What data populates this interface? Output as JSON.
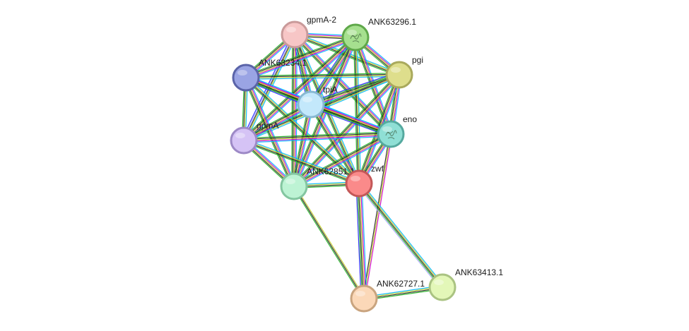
{
  "network": {
    "nodes": [
      {
        "id": "gpmA-2",
        "label": "gpmA-2",
        "fill": "#f7c6c6",
        "stroke": "#c99a9a"
      },
      {
        "id": "ANK63296.1",
        "label": "ANK63296.1",
        "fill": "#a6e08f",
        "stroke": "#5fa84a",
        "icon": "protein-structure-icon"
      },
      {
        "id": "pgi",
        "label": "pgi",
        "fill": "#dede8c",
        "stroke": "#a9a95c"
      },
      {
        "id": "ANK63234.1",
        "label": "ANK63234.1",
        "fill": "#9aa4e4",
        "stroke": "#5a63a8"
      },
      {
        "id": "tpiA",
        "label": "tpiA",
        "fill": "#c3e8fb",
        "stroke": "#87b8d2"
      },
      {
        "id": "eno",
        "label": "eno",
        "fill": "#8fdfd5",
        "stroke": "#55a99f",
        "icon": "protein-structure-icon"
      },
      {
        "id": "gpmA",
        "label": "gpmA",
        "fill": "#d5c3f5",
        "stroke": "#9d89c6"
      },
      {
        "id": "ANK62851.1",
        "label": "ANK62851.1",
        "fill": "#bdf3d4",
        "stroke": "#83c6a0"
      },
      {
        "id": "zwf",
        "label": "zwf",
        "fill": "#fa8a8a",
        "stroke": "#c35858"
      },
      {
        "id": "ANK62727.1",
        "label": "ANK62727.1",
        "fill": "#fbd8b8",
        "stroke": "#c9a47f"
      },
      {
        "id": "ANK63413.1",
        "label": "ANK63413.1",
        "fill": "#e3f7b8",
        "stroke": "#aac382"
      }
    ],
    "edge_colors": {
      "curated": "#00b7ff",
      "experimental": "#d100d1",
      "textmining": "#bfcc21",
      "coexpression": "#222222",
      "neighborhood": "#1fb01f",
      "fusion": "#2222ff",
      "homology": "#a7a7ff"
    },
    "edges": [
      {
        "a": "gpmA-2",
        "b": "ANK63296.1",
        "types": [
          "curated",
          "experimental",
          "textmining",
          "coexpression"
        ]
      },
      {
        "a": "gpmA-2",
        "b": "pgi",
        "types": [
          "curated",
          "textmining",
          "coexpression",
          "neighborhood"
        ]
      },
      {
        "a": "gpmA-2",
        "b": "ANK63234.1",
        "types": [
          "curated",
          "experimental",
          "textmining",
          "coexpression",
          "neighborhood"
        ]
      },
      {
        "a": "gpmA-2",
        "b": "tpiA",
        "types": [
          "curated",
          "experimental",
          "textmining",
          "coexpression",
          "neighborhood",
          "fusion"
        ]
      },
      {
        "a": "gpmA-2",
        "b": "eno",
        "types": [
          "curated",
          "experimental",
          "textmining",
          "coexpression",
          "neighborhood"
        ]
      },
      {
        "a": "gpmA-2",
        "b": "gpmA",
        "types": [
          "curated",
          "textmining",
          "coexpression",
          "homology",
          "fusion"
        ]
      },
      {
        "a": "gpmA-2",
        "b": "ANK62851.1",
        "types": [
          "curated",
          "experimental",
          "textmining",
          "coexpression",
          "neighborhood"
        ]
      },
      {
        "a": "gpmA-2",
        "b": "zwf",
        "types": [
          "curated",
          "textmining",
          "coexpression",
          "neighborhood"
        ]
      },
      {
        "a": "ANK63296.1",
        "b": "pgi",
        "types": [
          "curated",
          "experimental",
          "textmining",
          "coexpression",
          "neighborhood"
        ]
      },
      {
        "a": "ANK63296.1",
        "b": "ANK63234.1",
        "types": [
          "curated",
          "experimental",
          "textmining",
          "coexpression",
          "neighborhood"
        ]
      },
      {
        "a": "ANK63296.1",
        "b": "tpiA",
        "types": [
          "curated",
          "experimental",
          "textmining",
          "coexpression",
          "neighborhood",
          "fusion"
        ]
      },
      {
        "a": "ANK63296.1",
        "b": "eno",
        "types": [
          "curated",
          "experimental",
          "textmining",
          "coexpression",
          "neighborhood"
        ]
      },
      {
        "a": "ANK63296.1",
        "b": "gpmA",
        "types": [
          "curated",
          "experimental",
          "textmining",
          "coexpression",
          "neighborhood"
        ]
      },
      {
        "a": "ANK63296.1",
        "b": "ANK62851.1",
        "types": [
          "curated",
          "experimental",
          "textmining",
          "coexpression",
          "neighborhood"
        ]
      },
      {
        "a": "ANK63296.1",
        "b": "zwf",
        "types": [
          "curated",
          "textmining",
          "coexpression",
          "neighborhood"
        ]
      },
      {
        "a": "pgi",
        "b": "ANK63234.1",
        "types": [
          "curated",
          "textmining",
          "coexpression",
          "neighborhood"
        ]
      },
      {
        "a": "pgi",
        "b": "tpiA",
        "types": [
          "curated",
          "experimental",
          "textmining",
          "coexpression",
          "neighborhood",
          "fusion"
        ]
      },
      {
        "a": "pgi",
        "b": "eno",
        "types": [
          "curated",
          "experimental",
          "textmining",
          "coexpression",
          "neighborhood"
        ]
      },
      {
        "a": "pgi",
        "b": "gpmA",
        "types": [
          "curated",
          "textmining",
          "coexpression",
          "neighborhood"
        ]
      },
      {
        "a": "pgi",
        "b": "ANK62851.1",
        "types": [
          "curated",
          "experimental",
          "textmining",
          "coexpression",
          "neighborhood"
        ]
      },
      {
        "a": "pgi",
        "b": "zwf",
        "types": [
          "curated",
          "experimental",
          "textmining",
          "coexpression",
          "neighborhood"
        ]
      },
      {
        "a": "ANK63234.1",
        "b": "tpiA",
        "types": [
          "curated",
          "experimental",
          "textmining",
          "coexpression",
          "neighborhood",
          "fusion"
        ]
      },
      {
        "a": "ANK63234.1",
        "b": "eno",
        "types": [
          "curated",
          "experimental",
          "textmining",
          "coexpression",
          "neighborhood"
        ]
      },
      {
        "a": "ANK63234.1",
        "b": "gpmA",
        "types": [
          "curated",
          "textmining",
          "coexpression",
          "neighborhood"
        ]
      },
      {
        "a": "ANK63234.1",
        "b": "ANK62851.1",
        "types": [
          "curated",
          "experimental",
          "textmining",
          "coexpression",
          "neighborhood"
        ]
      },
      {
        "a": "ANK63234.1",
        "b": "zwf",
        "types": [
          "curated",
          "textmining",
          "coexpression",
          "neighborhood"
        ]
      },
      {
        "a": "tpiA",
        "b": "eno",
        "types": [
          "curated",
          "experimental",
          "textmining",
          "coexpression",
          "neighborhood",
          "fusion"
        ]
      },
      {
        "a": "tpiA",
        "b": "gpmA",
        "types": [
          "curated",
          "experimental",
          "textmining",
          "coexpression",
          "neighborhood"
        ]
      },
      {
        "a": "tpiA",
        "b": "ANK62851.1",
        "types": [
          "curated",
          "experimental",
          "textmining",
          "coexpression",
          "neighborhood"
        ]
      },
      {
        "a": "tpiA",
        "b": "zwf",
        "types": [
          "curated",
          "experimental",
          "textmining",
          "coexpression",
          "neighborhood"
        ]
      },
      {
        "a": "eno",
        "b": "gpmA",
        "types": [
          "curated",
          "experimental",
          "textmining",
          "coexpression",
          "neighborhood"
        ]
      },
      {
        "a": "eno",
        "b": "ANK62851.1",
        "types": [
          "curated",
          "experimental",
          "textmining",
          "coexpression",
          "neighborhood"
        ]
      },
      {
        "a": "eno",
        "b": "zwf",
        "types": [
          "curated",
          "experimental",
          "textmining",
          "coexpression",
          "neighborhood"
        ]
      },
      {
        "a": "eno",
        "b": "ANK62727.1",
        "types": [
          "experimental",
          "textmining",
          "coexpression"
        ]
      },
      {
        "a": "gpmA",
        "b": "ANK62851.1",
        "types": [
          "curated",
          "experimental",
          "textmining",
          "coexpression",
          "neighborhood"
        ]
      },
      {
        "a": "gpmA",
        "b": "zwf",
        "types": [
          "curated",
          "textmining",
          "coexpression",
          "neighborhood"
        ]
      },
      {
        "a": "ANK62851.1",
        "b": "zwf",
        "types": [
          "curated",
          "textmining",
          "coexpression",
          "neighborhood"
        ]
      },
      {
        "a": "ANK62851.1",
        "b": "ANK62727.1",
        "types": [
          "textmining",
          "coexpression",
          "neighborhood"
        ]
      },
      {
        "a": "zwf",
        "b": "ANK62727.1",
        "types": [
          "curated",
          "experimental",
          "textmining",
          "coexpression",
          "neighborhood",
          "fusion"
        ]
      },
      {
        "a": "zwf",
        "b": "ANK63413.1",
        "types": [
          "curated",
          "textmining",
          "coexpression",
          "neighborhood",
          "homology"
        ]
      },
      {
        "a": "ANK62727.1",
        "b": "ANK63413.1",
        "types": [
          "curated",
          "textmining",
          "coexpression",
          "neighborhood"
        ]
      }
    ]
  }
}
